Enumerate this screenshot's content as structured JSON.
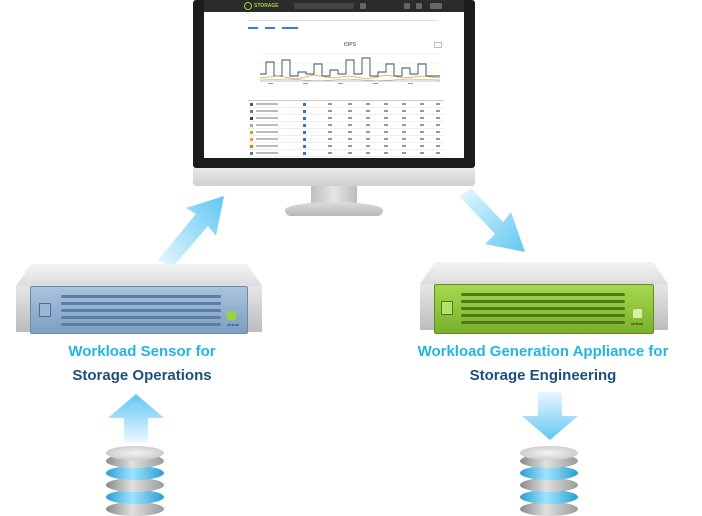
{
  "monitor": {
    "app_name": "STORAGE",
    "chart_heading": "IOPS",
    "table_rows": [
      {
        "color": "#4b5563"
      },
      {
        "color": "#6b7280"
      },
      {
        "color": "#374151"
      },
      {
        "color": "#9ca3af"
      },
      {
        "color": "#84cc16"
      },
      {
        "color": "#f59e0b"
      },
      {
        "color": "#d97706"
      },
      {
        "color": "#6b7280"
      },
      {
        "color": "#b45309"
      }
    ]
  },
  "sensor_server": {
    "brand": "virtual"
  },
  "generator_server": {
    "brand": "virtual"
  },
  "labels": {
    "left_line1": "Workload Sensor for",
    "left_line2": "Storage Operations",
    "right_line1": "Workload Generation Appliance for",
    "right_line2": "Storage Engineering"
  },
  "colors": {
    "label_accent": "#22b5e6",
    "label_dark": "#1f4f7a",
    "arrow": "#7fd3f5"
  }
}
